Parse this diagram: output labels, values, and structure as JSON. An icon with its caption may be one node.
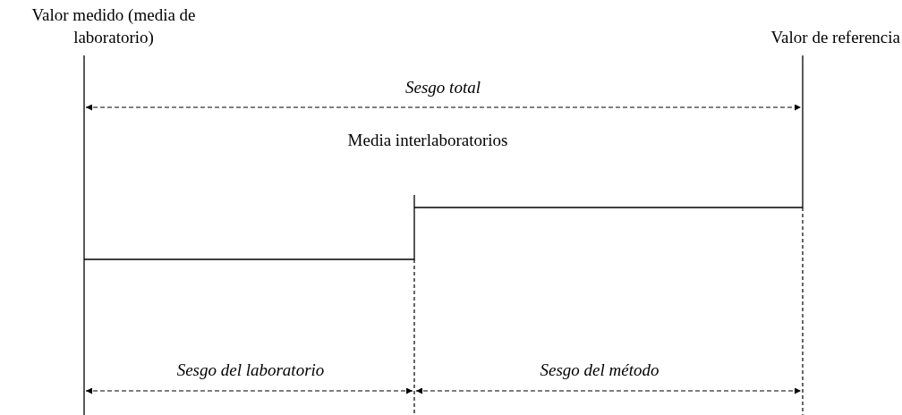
{
  "diagram": {
    "labels": [
      "Valor medido (media de laboratorio)",
      "Valor de referencia",
      "Sesgo total",
      "Media interlaboratorios",
      "Sesgo del laboratorio",
      "Sesgo del método"
    ]
  }
}
